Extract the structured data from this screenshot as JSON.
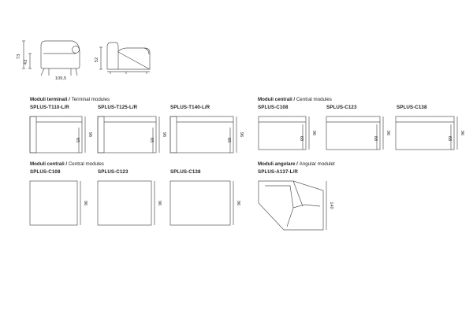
{
  "top_views": {
    "side_dims": {
      "overall_height": "73",
      "seat_height": "43",
      "depth": "109,5"
    },
    "front_dims": {
      "height": "52"
    }
  },
  "sections": {
    "terminal": {
      "it": "Moduli terminali",
      "en": "Terminal modules"
    },
    "central_top": {
      "it": "Moduli centrali",
      "en": "Central modules"
    },
    "central_bottom": {
      "it": "Moduli centrali",
      "en": "Central modules"
    },
    "corner": {
      "it": "Moduli angolare",
      "en": "Angular modulet"
    }
  },
  "modules": {
    "t110": {
      "code": "SPLUS-T110-L/R",
      "depth": "96",
      "inner": "65"
    },
    "t125": {
      "code": "SPLUS-T125-L/R",
      "depth": "96",
      "inner": "65"
    },
    "t140": {
      "code": "SPLUS-T140-L/R",
      "depth": "96",
      "inner": "65"
    },
    "c108a": {
      "code": "SPLUS-C108",
      "depth": "96",
      "inner": "68"
    },
    "c123a": {
      "code": "SPLUS-C123",
      "depth": "96",
      "inner": "68"
    },
    "c138a": {
      "code": "SPLUS-C138",
      "depth": "96",
      "inner": "68"
    },
    "c108b": {
      "code": "SPLUS-C108",
      "depth": "96"
    },
    "c123b": {
      "code": "SPLUS-C123",
      "depth": "96"
    },
    "c138b": {
      "code": "SPLUS-C138",
      "depth": "96"
    },
    "a137": {
      "code": "SPLUS-A137-L/R",
      "depth": "140"
    }
  }
}
